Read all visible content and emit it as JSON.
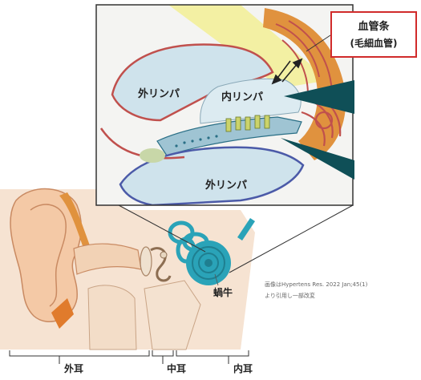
{
  "callout": {
    "line1": "血管条",
    "line2": "(毛細血管)"
  },
  "labels": {
    "perilymph_upper": "外リンパ",
    "endolymph": "内リンパ",
    "perilymph_lower": "外リンパ",
    "cochlea": "蝸牛"
  },
  "citation": {
    "line1": "画像はHypertens Res. 2022 Jan;45(1)",
    "line2": "より引用し一部改変"
  },
  "regions": {
    "outer": "外耳",
    "middle": "中耳",
    "inner": "内耳"
  },
  "colors": {
    "perilymph_fluid": "#cfe3ec",
    "vessel_red": "#c0504d",
    "stria_orange": "#e0923e",
    "highlight_yellow": "#f3ef9a",
    "skin": "#f4c9a6",
    "cochlea_teal": "#2aa3b8",
    "pointer_teal": "#0f4f57",
    "callout_border": "#d12b2b"
  }
}
